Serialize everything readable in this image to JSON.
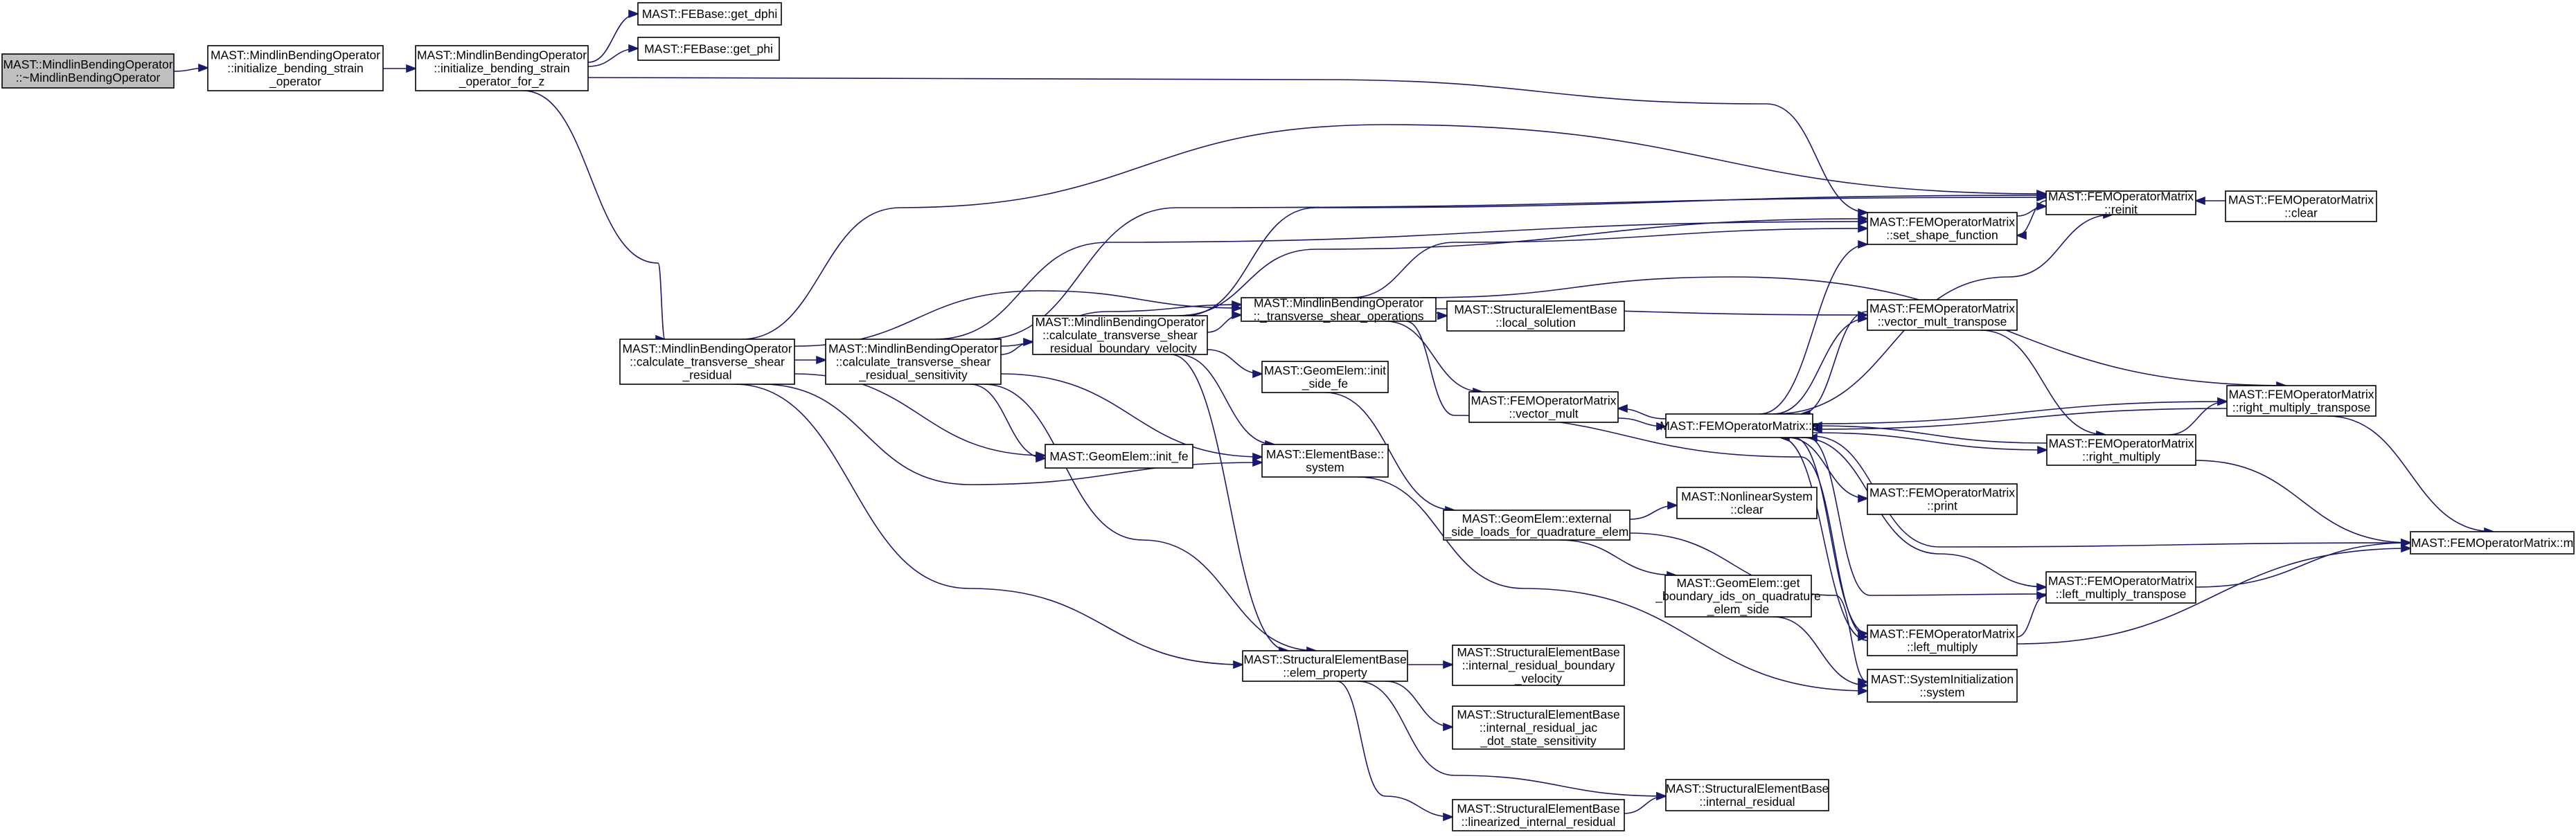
{
  "colors": {
    "edge": "#191970",
    "node_fill": "#ffffff",
    "root_fill": "#bfbfbf",
    "text": "#000000"
  },
  "nodes": [
    {
      "id": "n0",
      "root": true,
      "lines": [
        "MAST::MindlinBendingOperator",
        "::~MindlinBendingOperator"
      ]
    },
    {
      "id": "n1",
      "lines": [
        "MAST::MindlinBendingOperator",
        "::initialize_bending_strain",
        "_operator"
      ]
    },
    {
      "id": "n2",
      "lines": [
        "MAST::MindlinBendingOperator",
        "::initialize_bending_strain",
        "_operator_for_z"
      ]
    },
    {
      "id": "n3",
      "lines": [
        "MAST::FEBase::get_dphi"
      ]
    },
    {
      "id": "n4",
      "lines": [
        "MAST::FEBase::get_phi"
      ]
    },
    {
      "id": "n5",
      "lines": [
        "MAST::MindlinBendingOperator",
        "::calculate_transverse_shear",
        "_residual"
      ]
    },
    {
      "id": "n6",
      "lines": [
        "MAST::FEMOperatorMatrix",
        "::set_shape_function"
      ]
    },
    {
      "id": "n7",
      "lines": [
        "MAST::FEMOperatorMatrix",
        "::reinit"
      ]
    },
    {
      "id": "n8",
      "lines": [
        "MAST::FEMOperatorMatrix",
        "::clear"
      ]
    },
    {
      "id": "n9",
      "lines": [
        "MAST::MindlinBendingOperator",
        "::calculate_transverse_shear",
        "_residual_sensitivity"
      ]
    },
    {
      "id": "n10",
      "lines": [
        "MAST::MindlinBendingOperator",
        "::calculate_transverse_shear",
        "_residual_boundary_velocity"
      ]
    },
    {
      "id": "n11",
      "lines": [
        "MAST::MindlinBendingOperator",
        "::_transverse_shear_operations"
      ]
    },
    {
      "id": "n12",
      "lines": [
        "MAST::StructuralElementBase",
        "::local_solution"
      ]
    },
    {
      "id": "n13",
      "lines": [
        "MAST::FEMOperatorMatrix",
        "::vector_mult_transpose"
      ]
    },
    {
      "id": "n14",
      "lines": [
        "MAST::GeomElem::init",
        "_side_fe"
      ]
    },
    {
      "id": "n15",
      "lines": [
        "MAST::FEMOperatorMatrix",
        "::vector_mult"
      ]
    },
    {
      "id": "n16",
      "lines": [
        "MAST::FEMOperatorMatrix::n"
      ]
    },
    {
      "id": "n17",
      "lines": [
        "MAST::FEMOperatorMatrix",
        "::right_multiply_transpose"
      ]
    },
    {
      "id": "n18",
      "lines": [
        "MAST::GeomElem::init_fe"
      ]
    },
    {
      "id": "n19",
      "lines": [
        "MAST::ElementBase::",
        "system"
      ]
    },
    {
      "id": "n20",
      "lines": [
        "MAST::FEMOperatorMatrix",
        "::right_multiply"
      ]
    },
    {
      "id": "n21",
      "lines": [
        "MAST::FEMOperatorMatrix",
        "::print"
      ]
    },
    {
      "id": "n22",
      "lines": [
        "MAST::NonlinearSystem",
        "::clear"
      ]
    },
    {
      "id": "n23",
      "lines": [
        "MAST::GeomElem::external",
        "_side_loads_for_quadrature_elem"
      ]
    },
    {
      "id": "n24",
      "lines": [
        "MAST::FEMOperatorMatrix::m"
      ]
    },
    {
      "id": "n25",
      "lines": [
        "MAST::GeomElem::get",
        "_boundary_ids_on_quadrature",
        "_elem_side"
      ]
    },
    {
      "id": "n26",
      "lines": [
        "MAST::FEMOperatorMatrix",
        "::left_multiply_transpose"
      ]
    },
    {
      "id": "n27",
      "lines": [
        "MAST::FEMOperatorMatrix",
        "::left_multiply"
      ]
    },
    {
      "id": "n28",
      "lines": [
        "MAST::SystemInitialization",
        "::system"
      ]
    },
    {
      "id": "n29",
      "lines": [
        "MAST::StructuralElementBase",
        "::elem_property"
      ]
    },
    {
      "id": "n30",
      "lines": [
        "MAST::StructuralElementBase",
        "::internal_residual_boundary",
        "_velocity"
      ]
    },
    {
      "id": "n31",
      "lines": [
        "MAST::StructuralElementBase",
        "::internal_residual_jac",
        "_dot_state_sensitivity"
      ]
    },
    {
      "id": "n32",
      "lines": [
        "MAST::StructuralElementBase",
        "::internal_residual"
      ]
    },
    {
      "id": "n33",
      "lines": [
        "MAST::StructuralElementBase",
        "::linearized_internal_residual"
      ]
    }
  ],
  "edges": [
    [
      "n0",
      "n1"
    ],
    [
      "n1",
      "n2"
    ],
    [
      "n2",
      "n3"
    ],
    [
      "n2",
      "n4"
    ],
    [
      "n2",
      "n5"
    ],
    [
      "n2",
      "n6"
    ],
    [
      "n6",
      "n7"
    ],
    [
      "n7",
      "n6"
    ],
    [
      "n8",
      "n7"
    ],
    [
      "n5",
      "n9"
    ],
    [
      "n5",
      "n11"
    ],
    [
      "n5",
      "n18"
    ],
    [
      "n5",
      "n19"
    ],
    [
      "n5",
      "n29"
    ],
    [
      "n5",
      "n7"
    ],
    [
      "n9",
      "n10"
    ],
    [
      "n9",
      "n11"
    ],
    [
      "n9",
      "n18"
    ],
    [
      "n9",
      "n19"
    ],
    [
      "n9",
      "n29"
    ],
    [
      "n9",
      "n6"
    ],
    [
      "n9",
      "n7"
    ],
    [
      "n10",
      "n11"
    ],
    [
      "n10",
      "n14"
    ],
    [
      "n10",
      "n19"
    ],
    [
      "n10",
      "n29"
    ],
    [
      "n10",
      "n6"
    ],
    [
      "n10",
      "n7"
    ],
    [
      "n11",
      "n12"
    ],
    [
      "n11",
      "n13"
    ],
    [
      "n11",
      "n15"
    ],
    [
      "n11",
      "n6"
    ],
    [
      "n11",
      "n17"
    ],
    [
      "n11",
      "n27"
    ],
    [
      "n14",
      "n23"
    ],
    [
      "n23",
      "n22"
    ],
    [
      "n23",
      "n25"
    ],
    [
      "n23",
      "n28"
    ],
    [
      "n25",
      "n28"
    ],
    [
      "n19",
      "n28"
    ],
    [
      "n15",
      "n16"
    ],
    [
      "n16",
      "n15"
    ],
    [
      "n16",
      "n13"
    ],
    [
      "n13",
      "n16"
    ],
    [
      "n16",
      "n17"
    ],
    [
      "n17",
      "n16"
    ],
    [
      "n16",
      "n20"
    ],
    [
      "n20",
      "n16"
    ],
    [
      "n16",
      "n21"
    ],
    [
      "n16",
      "n24"
    ],
    [
      "n16",
      "n26"
    ],
    [
      "n26",
      "n16"
    ],
    [
      "n16",
      "n27"
    ],
    [
      "n27",
      "n16"
    ],
    [
      "n16",
      "n6"
    ],
    [
      "n16",
      "n7"
    ],
    [
      "n13",
      "n20"
    ],
    [
      "n20",
      "n17"
    ],
    [
      "n20",
      "n24"
    ],
    [
      "n17",
      "n24"
    ],
    [
      "n26",
      "n24"
    ],
    [
      "n27",
      "n24"
    ],
    [
      "n27",
      "n26"
    ],
    [
      "n29",
      "n30"
    ],
    [
      "n29",
      "n31"
    ],
    [
      "n29",
      "n32"
    ],
    [
      "n29",
      "n33"
    ],
    [
      "n33",
      "n32"
    ]
  ]
}
